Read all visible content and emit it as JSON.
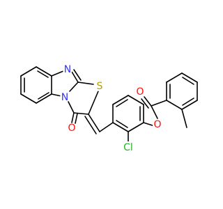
{
  "colors": {
    "background": "#ffffff",
    "bond": "#000000",
    "N": "#3333ff",
    "O": "#ff0d0d",
    "S": "#b2a100",
    "Cl": "#1fb81f"
  },
  "atoms": [
    {
      "id": "N1",
      "label": "N",
      "element": "N"
    },
    {
      "id": "N2",
      "label": "N",
      "element": "N"
    },
    {
      "id": "S1",
      "label": "S",
      "element": "S"
    },
    {
      "id": "O1",
      "label": "O",
      "element": "O"
    },
    {
      "id": "O2",
      "label": "O",
      "element": "O"
    },
    {
      "id": "O3",
      "label": "O",
      "element": "O"
    },
    {
      "id": "Cl1",
      "label": "Cl",
      "element": "Cl"
    }
  ]
}
